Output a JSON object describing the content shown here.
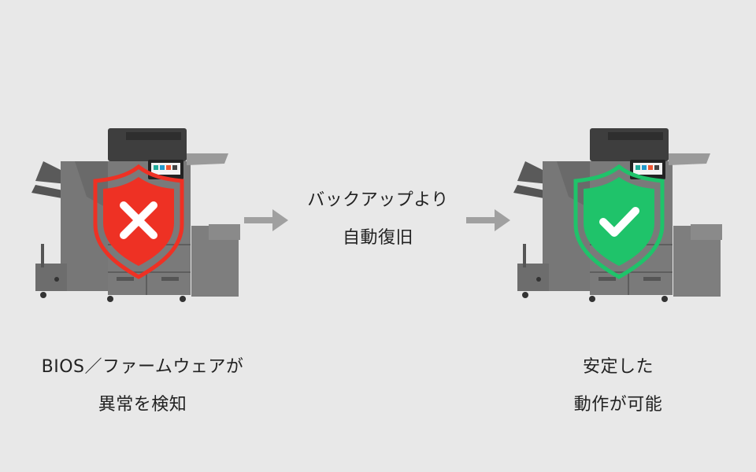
{
  "left": {
    "caption_line1": "BIOS／ファームウェアが",
    "caption_line2": "異常を検知",
    "status_icon": "shield-x-icon",
    "color": "#ee3124"
  },
  "middle": {
    "line1": "バックアップより",
    "line2": "自動復旧"
  },
  "right": {
    "caption_line1": "安定した",
    "caption_line2": "動作が可能",
    "status_icon": "shield-check-icon",
    "color": "#1fc36a"
  },
  "arrow_color": "#a0a0a0"
}
